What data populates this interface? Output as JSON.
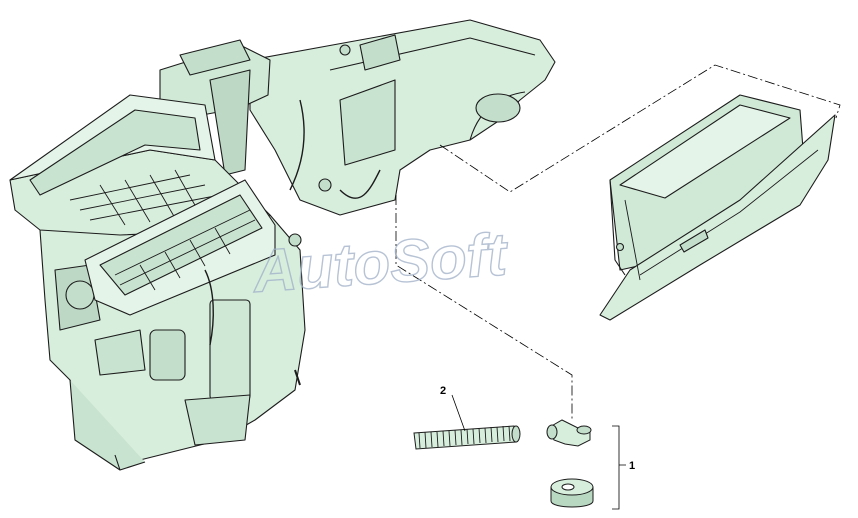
{
  "diagram": {
    "callouts": [
      {
        "id": "1",
        "label": "1"
      },
      {
        "id": "2",
        "label": "2"
      }
    ],
    "watermark": "AutoSoft",
    "colors": {
      "part_fill": "#d8eedd",
      "part_fill_dark": "#b9d8c2",
      "part_shadow": "#9cbca6",
      "outline": "#1c1c1c",
      "leader": "#000000"
    }
  }
}
